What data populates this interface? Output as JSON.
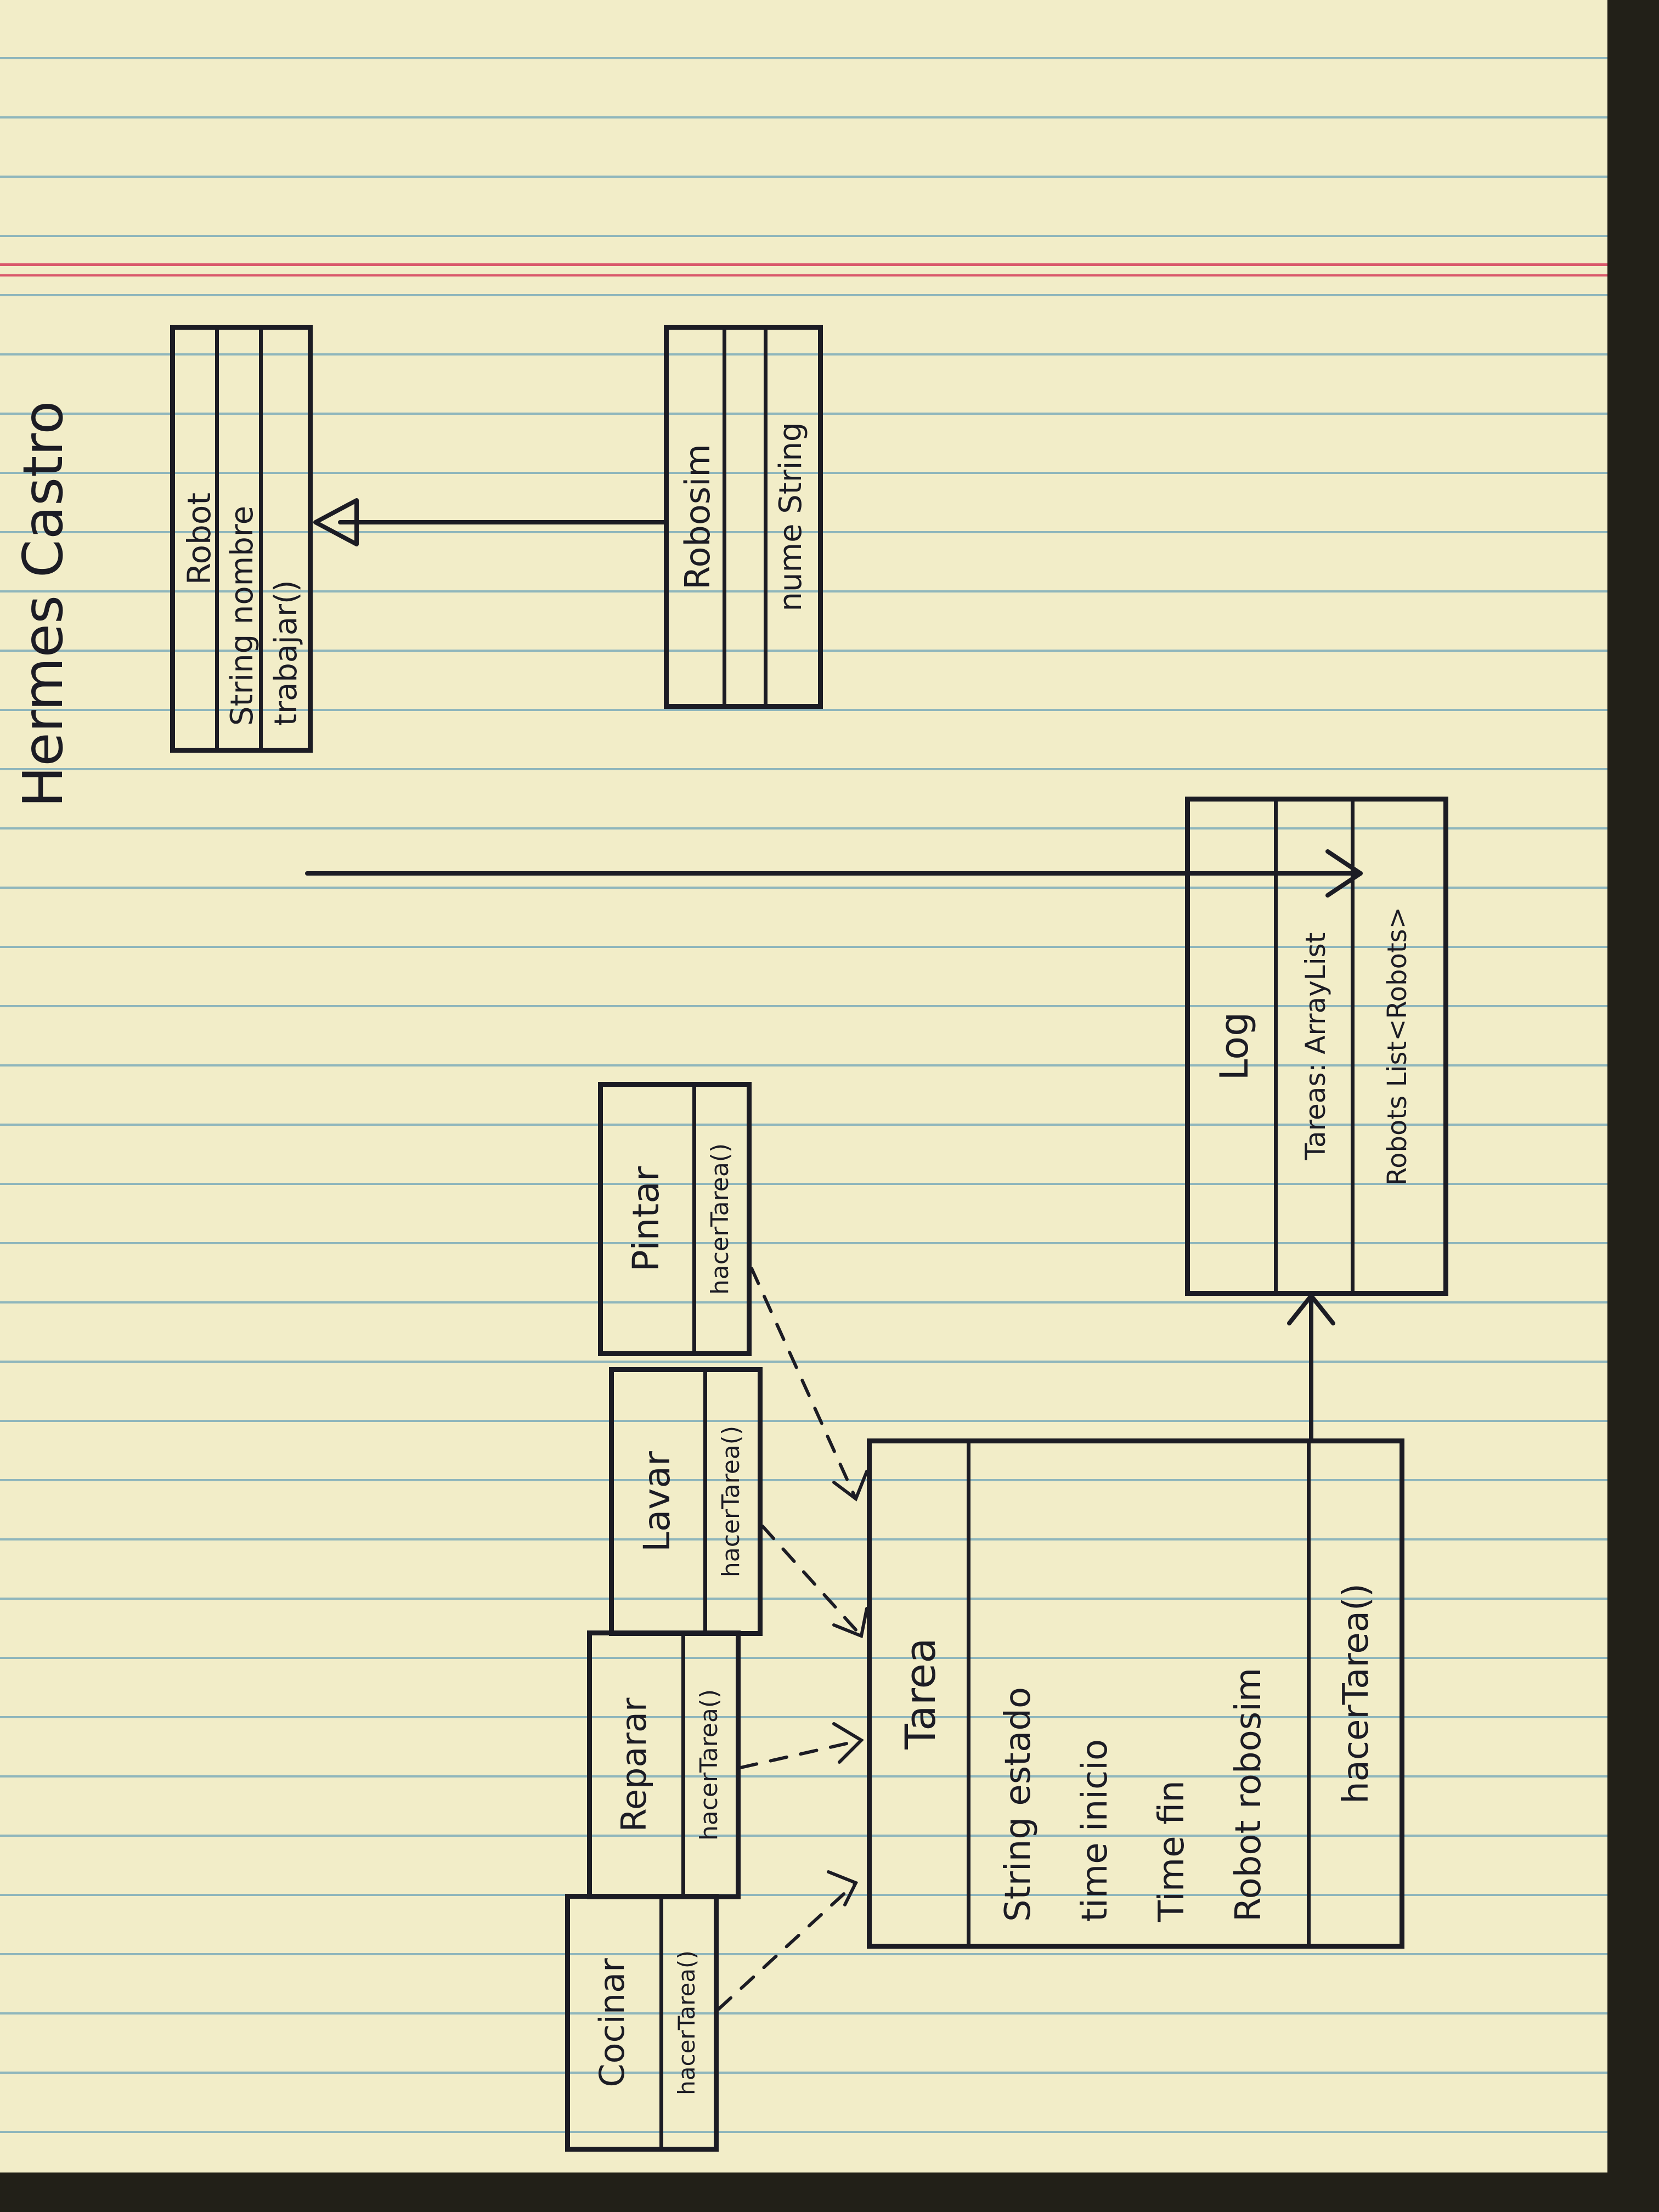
{
  "title": "Hermes Castro",
  "classes": {
    "robot": {
      "name": "Robot",
      "attributes": "String nombre",
      "methods": "trabajar()"
    },
    "robosim": {
      "name": "Robosim",
      "attributes": "",
      "methods": "nume String"
    },
    "log": {
      "name": "Log",
      "attr_1": "Tareas: ArrayList",
      "attr_2": "Robots List<Robots>"
    },
    "tarea": {
      "name": "Tarea",
      "attr_1": "String estado",
      "attr_2": "time inicio",
      "attr_3": "Time fin",
      "attr_4": "Robot robosim",
      "method": "hacerTarea()"
    },
    "pintar": {
      "name": "Pintar",
      "method": "hacerTarea()"
    },
    "lavar": {
      "name": "Lavar",
      "method": "hacerTarea()"
    },
    "reparar": {
      "name": "Reparar",
      "method": "hacerTarea()"
    },
    "cocinar": {
      "name": "Cocinar",
      "method": "hacerTarea()"
    }
  },
  "colors": {
    "paper": "#f2edc8",
    "rule_line": "#8fb6bc",
    "margin_line": "#d9586b",
    "ink": "#1c1c24"
  }
}
